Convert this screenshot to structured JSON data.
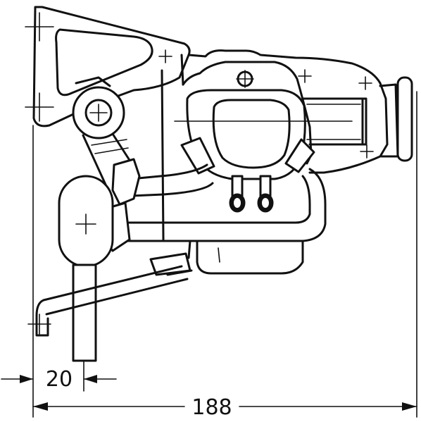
{
  "drawing": {
    "dimensions": [
      {
        "id": "offset",
        "value": "20"
      },
      {
        "id": "overall",
        "value": "188"
      }
    ]
  }
}
